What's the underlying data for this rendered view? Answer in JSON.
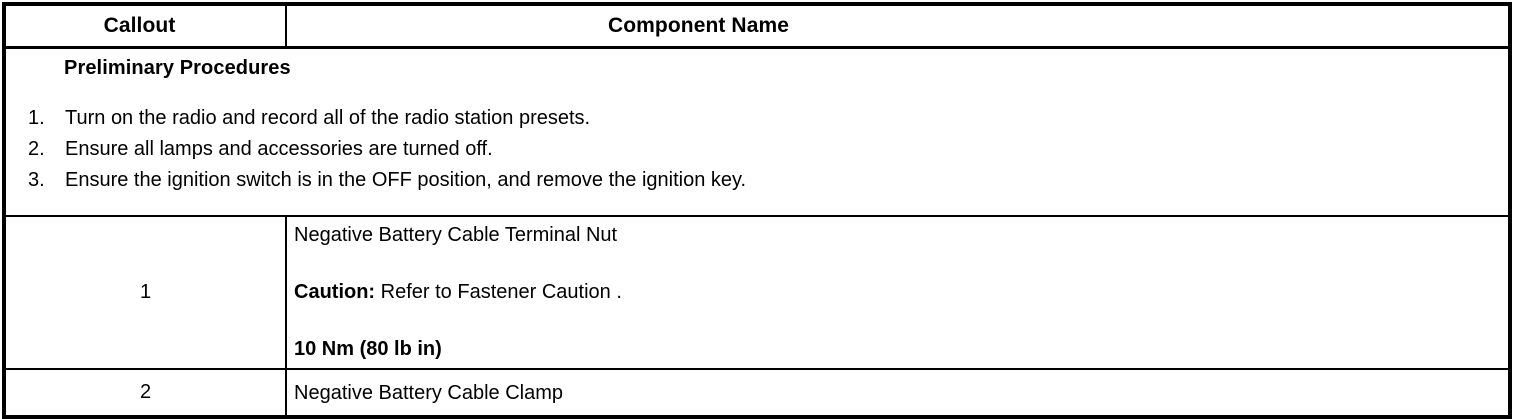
{
  "table": {
    "columns": [
      {
        "key": "callout",
        "header": "Callout"
      },
      {
        "key": "component_name",
        "header": "Component Name"
      }
    ],
    "preliminary": {
      "title": "Preliminary Procedures",
      "steps": [
        {
          "number": "1.",
          "text": "Turn on the radio and record all of the radio station presets."
        },
        {
          "number": "2.",
          "text": "Ensure all lamps and accessories are turned off."
        },
        {
          "number": "3.",
          "text": "Ensure the ignition switch is in the OFF position, and remove the ignition key."
        }
      ]
    },
    "rows": [
      {
        "callout": "1",
        "name_line_1": "Negative Battery Cable Terminal Nut",
        "caution_label": "Caution:",
        "caution_text": " Refer to Fastener Caution .",
        "torque": "10 Nm (80 lb in)"
      },
      {
        "callout": "2",
        "name_line_1": "Negative Battery Cable Clamp"
      }
    ]
  },
  "colors": {
    "border": "#000000",
    "text": "#000000",
    "background": "#ffffff"
  }
}
